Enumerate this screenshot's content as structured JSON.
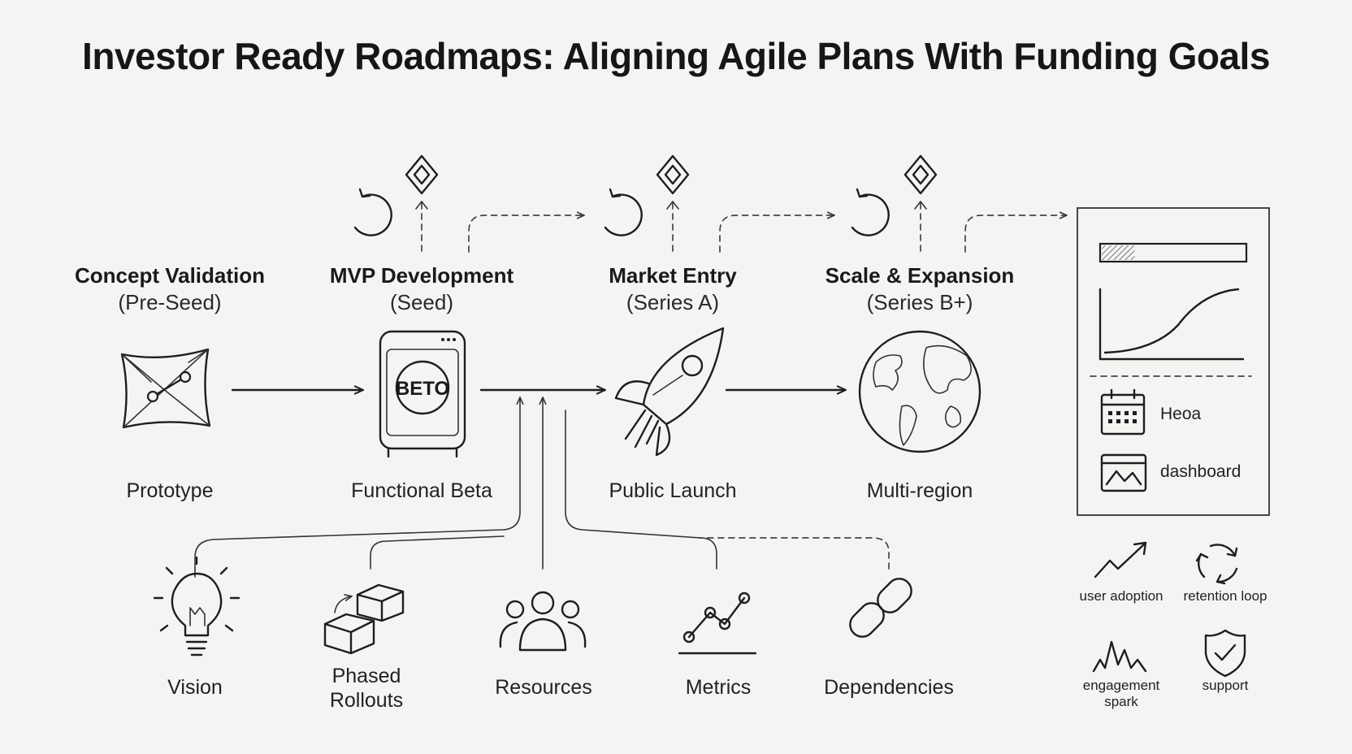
{
  "title": "Investor Ready Roadmaps: Aligning Agile Plans With Funding Goals",
  "stages": [
    {
      "title": "Concept Validation",
      "subtitle": "(Pre-Seed)",
      "output": "Prototype",
      "icon": "prototype-sketch-icon"
    },
    {
      "title": "MVP Development",
      "subtitle": "(Seed)",
      "output": "Functional Beta",
      "icon": "beta-device-icon",
      "device_label": "BETO"
    },
    {
      "title": "Market Entry",
      "subtitle": "(Series A)",
      "output": "Public Launch",
      "icon": "rocket-icon"
    },
    {
      "title": "Scale & Expansion",
      "subtitle": "(Series B+)",
      "output": "Multi-region",
      "icon": "globe-icon"
    }
  ],
  "cycle_icons": [
    "iteration-cycle-icon",
    "milestone-diamond-icon"
  ],
  "foundations": [
    {
      "label": "Vision",
      "icon": "lightbulb-icon"
    },
    {
      "label": "Phased\nRollouts",
      "icon": "boxes-icon"
    },
    {
      "label": "Resources",
      "icon": "people-icon"
    },
    {
      "label": "Metrics",
      "icon": "line-chart-icon"
    },
    {
      "label": "Dependencies",
      "icon": "chain-link-icon"
    }
  ],
  "dashboard_panel": {
    "progress_fraction": 0.23,
    "items": [
      {
        "label": "Heoa",
        "icon": "calendar-icon"
      },
      {
        "label": "dashboard",
        "icon": "dashboard-chart-icon"
      }
    ]
  },
  "metrics": [
    {
      "label": "user adoption",
      "icon": "trend-up-icon"
    },
    {
      "label": "retention loop",
      "icon": "retention-loop-icon"
    },
    {
      "label": "engagement\nspark",
      "icon": "spark-icon"
    },
    {
      "label": "support",
      "icon": "shield-check-icon"
    }
  ]
}
